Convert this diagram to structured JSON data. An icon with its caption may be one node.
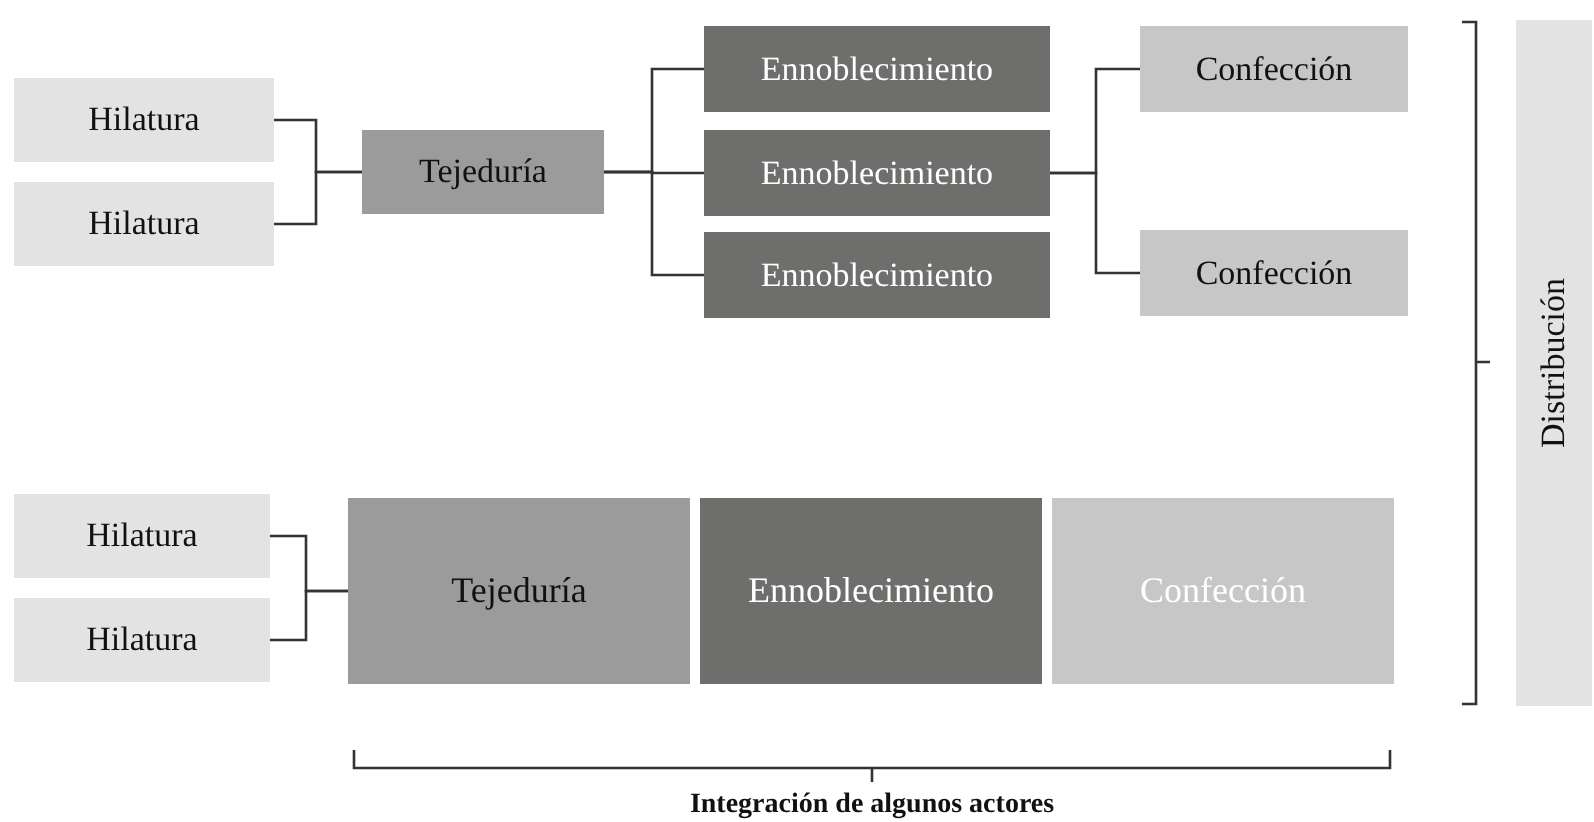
{
  "diagram": {
    "nodes": [
      {
        "text": [
          "Hilatura"
        ]
      },
      {
        "text": [
          "Hilatura"
        ]
      },
      {
        "text": [
          "Tejeduría"
        ]
      },
      {
        "text": [
          "Ennoblecimiento"
        ]
      },
      {
        "text": [
          "Ennoblecimiento"
        ]
      },
      {
        "text": [
          "Ennoblecimiento"
        ]
      },
      {
        "text": [
          "Confección"
        ]
      },
      {
        "text": [
          "Confección"
        ]
      },
      {
        "text": [
          "Hilatura"
        ]
      },
      {
        "text": [
          "Hilatura"
        ]
      },
      {
        "text": [
          "Tejeduría"
        ]
      },
      {
        "text": [
          "Ennoblecimiento"
        ]
      },
      {
        "text": [
          "Confección"
        ]
      },
      {
        "text": [
          "Distribución"
        ]
      }
    ],
    "edges": [
      {
        "from": 0,
        "to": 2,
        "arrow": "none"
      },
      {
        "from": 1,
        "to": 2,
        "arrow": "none"
      },
      {
        "from": 2,
        "to": 3,
        "arrow": "none"
      },
      {
        "from": 2,
        "to": 4,
        "arrow": "none"
      },
      {
        "from": 2,
        "to": 5,
        "arrow": "none"
      },
      {
        "from": 4,
        "to": 6,
        "arrow": "none"
      },
      {
        "from": 4,
        "to": 7,
        "arrow": "none"
      },
      {
        "from": 8,
        "to": 10,
        "arrow": "none"
      },
      {
        "from": 9,
        "to": 10,
        "arrow": "none"
      }
    ],
    "labels": [
      "Integración de algunos actores"
    ]
  }
}
